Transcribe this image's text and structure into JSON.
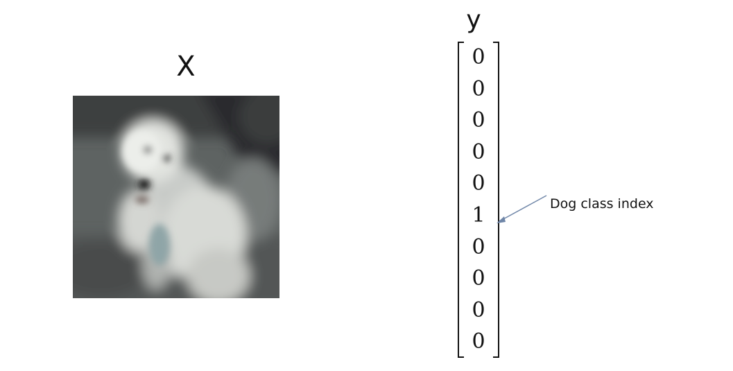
{
  "input": {
    "label": "X",
    "image_subject": "white dog sitting"
  },
  "output": {
    "label": "y",
    "vector": [
      "0",
      "0",
      "0",
      "0",
      "0",
      "1",
      "0",
      "0",
      "0",
      "0"
    ],
    "hot_index": 5
  },
  "annotation": {
    "text": "Dog class index",
    "arrow_color": "#6f86a8"
  }
}
